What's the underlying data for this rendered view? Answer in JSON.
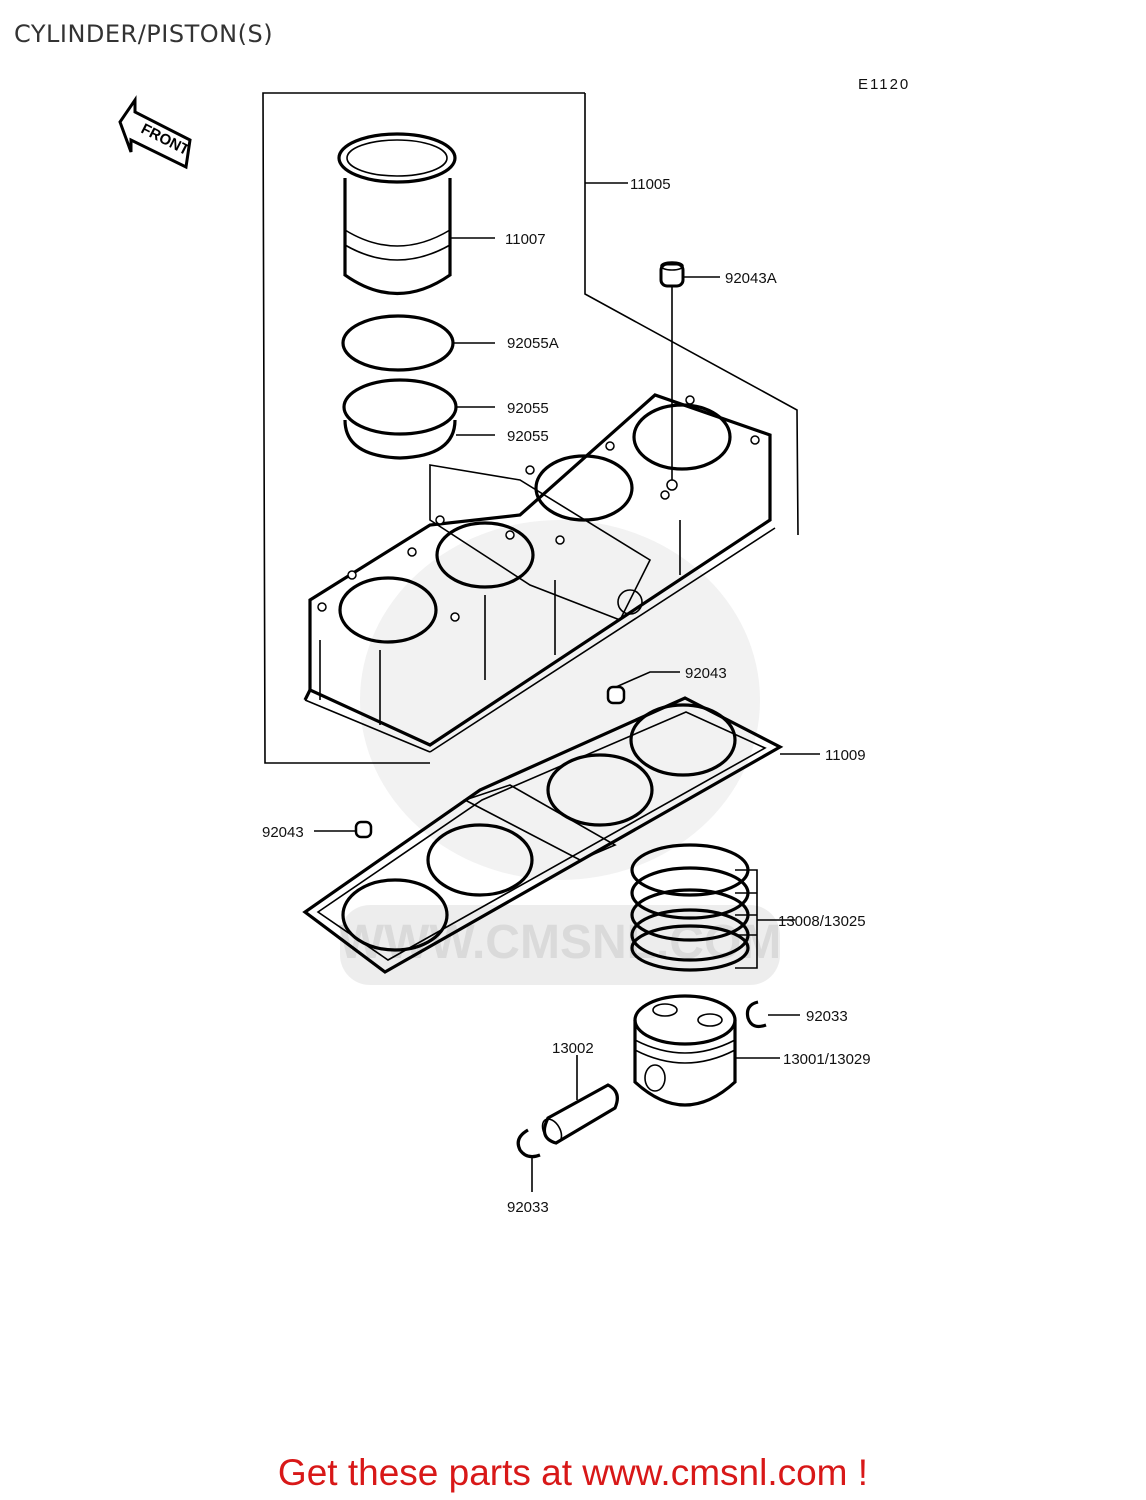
{
  "title": "CYLINDER/PISTON(S)",
  "diagram_code": "E1120",
  "front_label": "FRONT",
  "watermark_text": "WWW.CMSNL.COM",
  "parts": [
    {
      "id": "11005"
    },
    {
      "id": "11007"
    },
    {
      "id": "92043A"
    },
    {
      "id": "92055A"
    },
    {
      "id": "92055",
      "instance": 1
    },
    {
      "id": "92055",
      "instance": 2
    },
    {
      "id": "92043",
      "instance": 1
    },
    {
      "id": "11009"
    },
    {
      "id": "92043",
      "instance": 2
    },
    {
      "id": "13008/13025"
    },
    {
      "id": "92033",
      "instance": 1
    },
    {
      "id": "13002"
    },
    {
      "id": "13001/13029"
    },
    {
      "id": "92033",
      "instance": 2
    }
  ],
  "footer": "Get these parts at www.cmsnl.com !",
  "colors": {
    "footer": "#d81818",
    "watermark": "#e2e2e2",
    "lines": "#000000"
  }
}
